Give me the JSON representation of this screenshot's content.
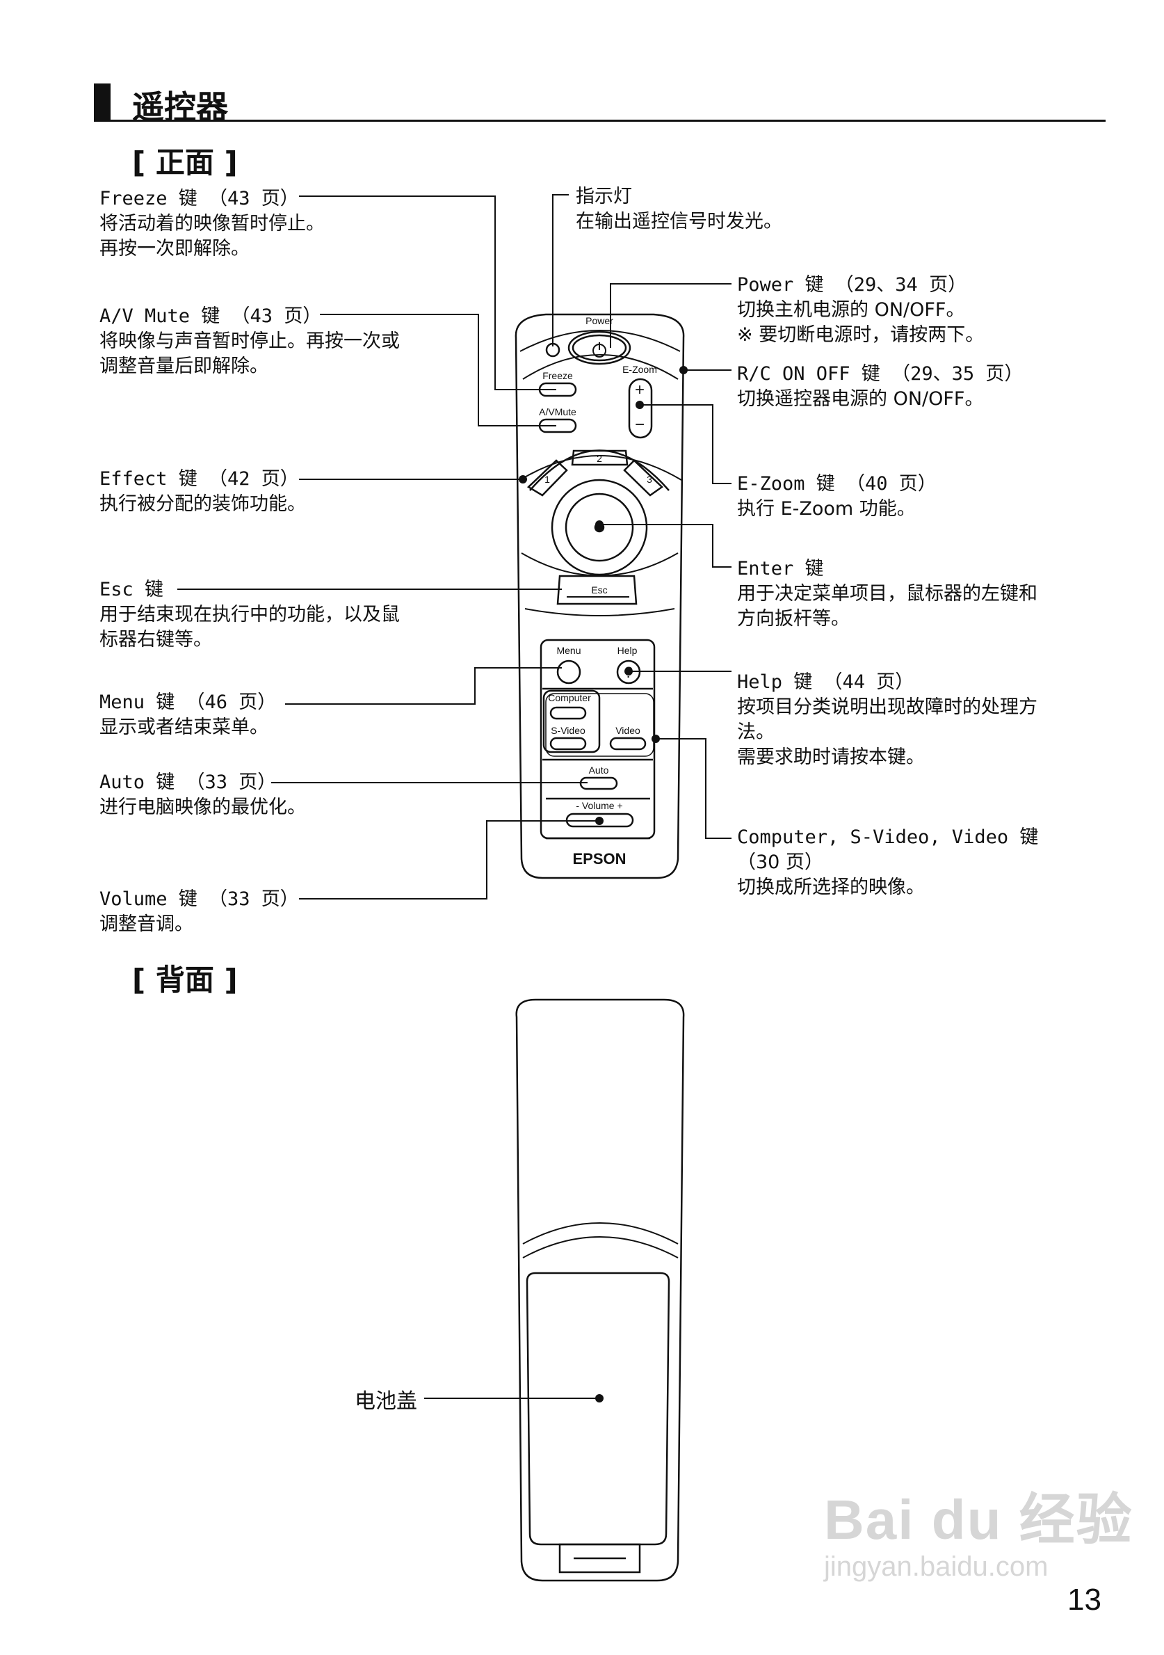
{
  "header": {
    "title": "遥控器"
  },
  "front": {
    "heading": "[ 正面 ]",
    "labels": {
      "freeze": {
        "name": "Freeze 键 （43 页）",
        "lines": [
          "将活动着的映像暂时停止。",
          "再按一次即解除。"
        ]
      },
      "avmute": {
        "name": "A/V Mute 键 （43 页）",
        "lines": [
          "将映像与声音暂时停止。再按一次或",
          "调整音量后即解除。"
        ]
      },
      "effect": {
        "name": "Effect 键 （42 页）",
        "lines": [
          "执行被分配的装饰功能。"
        ]
      },
      "esc": {
        "name": "Esc 键",
        "lines": [
          "用于结束现在执行中的功能，以及鼠",
          "标器右键等。"
        ]
      },
      "menu": {
        "name": "Menu 键 （46 页）",
        "lines": [
          "显示或者结束菜单。"
        ]
      },
      "auto": {
        "name": "Auto 键 （33 页）",
        "lines": [
          "进行电脑映像的最优化。"
        ]
      },
      "volume": {
        "name": "Volume 键 （33 页）",
        "lines": [
          "调整音调。"
        ]
      },
      "indicator": {
        "name": "指示灯",
        "lines": [
          "在输出遥控信号时发光。"
        ]
      },
      "power": {
        "name": "Power 键 （29、34 页）",
        "lines": [
          "切换主机电源的 ON/OFF。",
          "※ 要切断电源时，请按两下。"
        ]
      },
      "rc": {
        "name": "R/C ON OFF 键 （29、35 页）",
        "lines": [
          "切换遥控器电源的 ON/OFF。"
        ]
      },
      "ezoom": {
        "name": "E-Zoom 键 （40 页）",
        "lines": [
          "执行 E-Zoom 功能。"
        ]
      },
      "enter": {
        "name": "Enter 键",
        "lines": [
          "用于决定菜单项目，鼠标器的左键和",
          "方向扳杆等。"
        ]
      },
      "help": {
        "name": "Help 键 （44 页）",
        "lines": [
          "按项目分类说明出现故障时的处理方",
          "法。",
          "需要求助时请按本键。"
        ]
      },
      "computer": {
        "name": "Computer, S-Video, Video 键",
        "lines": [
          "（30 页）",
          "切换成所选择的映像。"
        ]
      }
    },
    "remote": {
      "power": "Power",
      "freeze": "Freeze",
      "ezoom": "E-Zoom",
      "avmute": "A/VMute",
      "effect1": "1",
      "effect2": "2",
      "effect3": "3",
      "esc": "Esc",
      "menu": "Menu",
      "help": "Help",
      "help_glyph": "?",
      "computer": "Computer",
      "svideo": "S-Video",
      "video": "Video",
      "auto": "Auto",
      "volume": "- Volume +",
      "zoom_plus": "+",
      "zoom_minus": "−",
      "brand": "EPSON"
    }
  },
  "back": {
    "heading": "[ 背面 ]",
    "battery_label": "电池盖"
  },
  "page_number": "13",
  "watermark": {
    "logo": "Bai du 经验",
    "url": "jingyan.baidu.com"
  }
}
